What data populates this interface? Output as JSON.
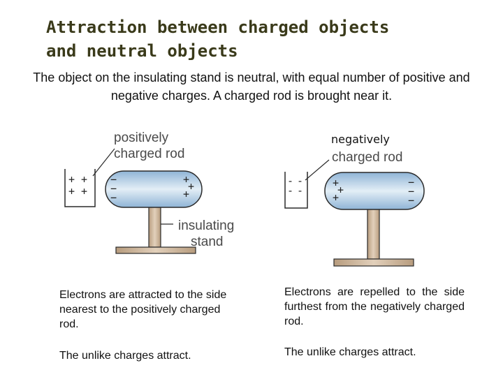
{
  "title": {
    "line1": "Attraction between charged objects",
    "line2": "and neutral objects"
  },
  "subtitle": "The object on the insulating stand is neutral, with equal number of positive and negative charges. A charged rod is brought near it.",
  "left_diagram": {
    "rod_label_line1": "positively",
    "rod_label_line2": "charged rod",
    "stand_label_line1": "insulating",
    "stand_label_line2": "stand",
    "rod_charge": "+",
    "near_side_charge": "−",
    "far_side_charge": "+"
  },
  "right_diagram": {
    "rod_label_line1": "negatively",
    "rod_label_line2": "charged rod",
    "rod_charge": "-",
    "near_side_charge": "+",
    "far_side_charge": "−"
  },
  "captions": {
    "left_1": "Electrons are attracted to the side nearest to the positively charged rod.",
    "left_2": "The unlike charges attract.",
    "right_1": "Electrons are repelled to the side furthest from the negatively charged rod.",
    "right_2": "The unlike charges attract."
  },
  "colors": {
    "conductor_fill_center": "#dbe8f2",
    "conductor_fill_edge": "#8fb4d6",
    "stand": "#cdb59a",
    "outline": "#2a2a2a"
  }
}
